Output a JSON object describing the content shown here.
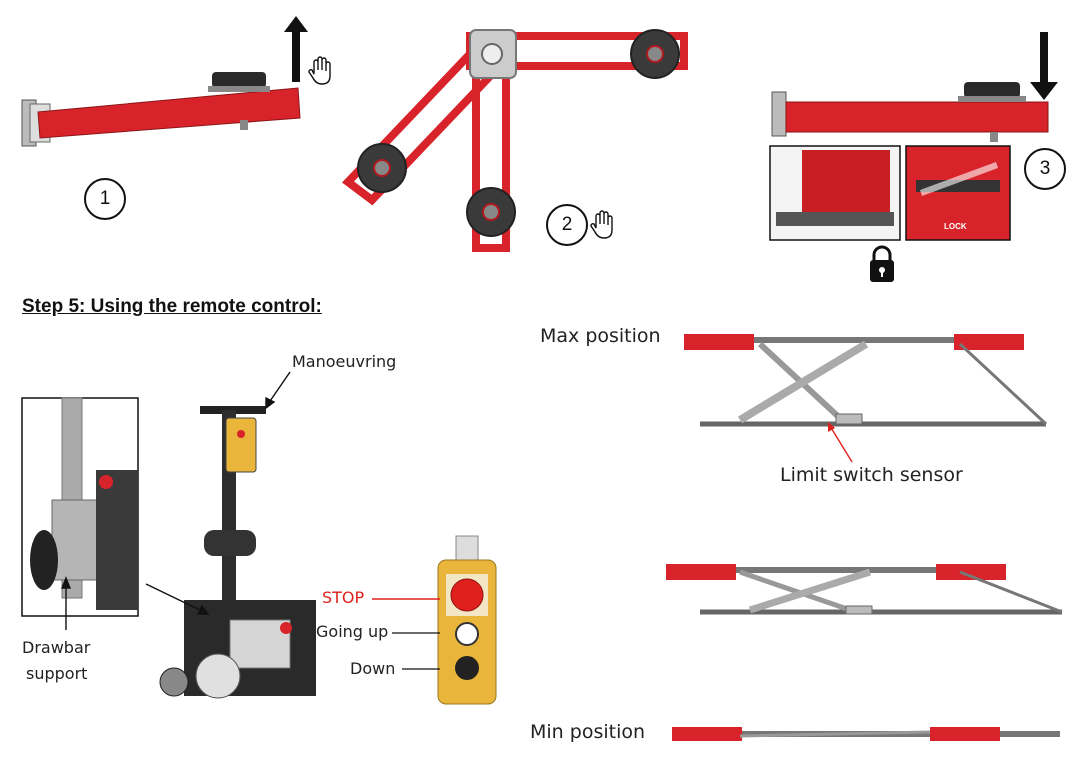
{
  "heading": "Step 5: Using the remote control:",
  "steps": [
    "1",
    "2",
    "3"
  ],
  "lock_panel_text": "LOCK",
  "labels": {
    "manoeuvring": "Manoeuvring",
    "drawbar_line1": "Drawbar",
    "drawbar_line2": "support",
    "stop": "STOP",
    "going_up": "Going up",
    "down": "Down",
    "max_position": "Max position",
    "limit_switch": "Limit switch sensor",
    "min_position": "Min position"
  },
  "colors": {
    "lift_red": "#d8232a",
    "stop_red": "#e0201c",
    "pendant_yellow": "#e9b53a",
    "metal_grey": "#8c8c8c",
    "dark": "#2a2a2a"
  }
}
